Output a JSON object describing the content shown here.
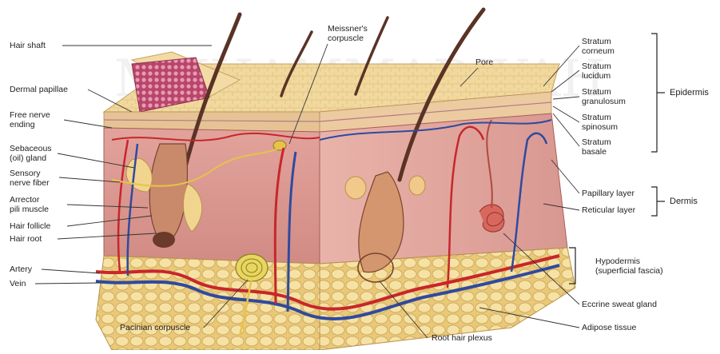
{
  "labels_left": [
    {
      "id": "hair-shaft",
      "text": "Hair shaft"
    },
    {
      "id": "dermal-papillae",
      "text": "Dermal papillae"
    },
    {
      "id": "free-nerve-ending",
      "text": "Free nerve\nending"
    },
    {
      "id": "sebaceous-gland",
      "text": "Sebaceous\n(oil) gland"
    },
    {
      "id": "sensory-nerve-fiber",
      "text": "Sensory\nnerve fiber"
    },
    {
      "id": "arrector-pili",
      "text": "Arrector\npili muscle"
    },
    {
      "id": "hair-follicle",
      "text": "Hair follicle"
    },
    {
      "id": "hair-root",
      "text": "Hair root"
    },
    {
      "id": "artery",
      "text": "Artery"
    },
    {
      "id": "vein",
      "text": "Vein"
    }
  ],
  "labels_top": [
    {
      "id": "meissners-corpuscle",
      "text": "Meissner's\ncorpuscle"
    },
    {
      "id": "pore",
      "text": "Pore"
    }
  ],
  "labels_right": [
    {
      "id": "stratum-corneum",
      "text": "Stratum\ncorneum"
    },
    {
      "id": "stratum-lucidum",
      "text": "Stratum\nlucidum"
    },
    {
      "id": "stratum-granulosum",
      "text": "Stratum\ngranulosum"
    },
    {
      "id": "stratum-spinosum",
      "text": "Stratum\nspinosum"
    },
    {
      "id": "stratum-basale",
      "text": "Stratum\nbasale"
    },
    {
      "id": "papillary-layer",
      "text": "Papillary layer"
    },
    {
      "id": "reticular-layer",
      "text": "Reticular layer"
    },
    {
      "id": "hypodermis",
      "text": "Hypodermis\n(superficial fascia)"
    },
    {
      "id": "eccrine-sweat-gland",
      "text": "Eccrine sweat gland"
    },
    {
      "id": "adipose-tissue",
      "text": "Adipose tissue"
    }
  ],
  "labels_bottom": [
    {
      "id": "pacinian-corpuscle",
      "text": "Pacinian corpuscle"
    },
    {
      "id": "root-hair-plexus",
      "text": "Root hair plexus"
    }
  ],
  "groups": [
    {
      "id": "epidermis",
      "text": "Epidermis"
    },
    {
      "id": "dermis",
      "text": "Dermis"
    }
  ],
  "watermark": "MUHAMMADIYAH",
  "colors": {
    "epidermis_top": "#f0d79a",
    "epidermis_layer": "#e7bf8a",
    "dermis": "#e6a9a2",
    "dermis_dark": "#d98d86",
    "hypodermis": "#efd48a",
    "fat_cell": "#f6e3a6",
    "artery": "#c8262a",
    "vein": "#2f4a9e",
    "hair": "#5a3326",
    "nerve": "#e6c34a",
    "leader": "#333333"
  }
}
